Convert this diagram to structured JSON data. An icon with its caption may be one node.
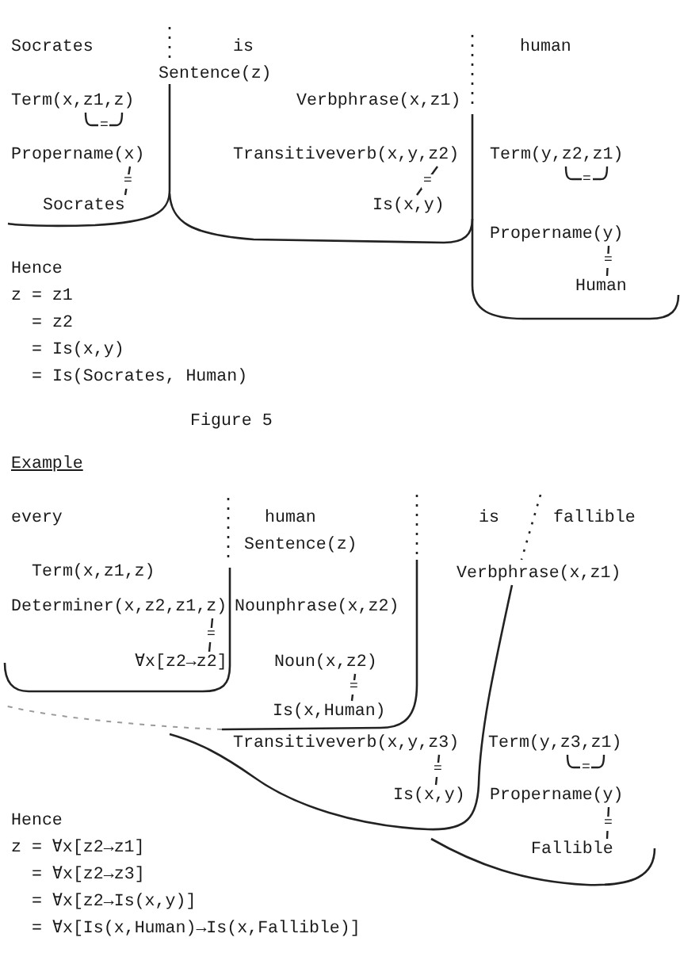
{
  "diagram": {
    "caption": "Figure 5",
    "nodes": [
      {
        "text": [
          "Propername(x)"
        ]
      },
      {
        "text": [
          "Transitiveverb(x,y,z2)"
        ]
      },
      {
        "text": [
          "Socrates"
        ]
      },
      {
        "text": [
          "Is(x,y)"
        ]
      },
      {
        "text": [
          "Propername(y)"
        ]
      },
      {
        "text": [
          "Human"
        ]
      },
      {
        "text": [
          "Determiner(x,z2,z1,z)"
        ]
      },
      {
        "text": [
          "∀x[z2→z2]"
        ]
      },
      {
        "text": [
          "Noun(x,z2)"
        ]
      },
      {
        "text": [
          "Is(x,Human)"
        ]
      },
      {
        "text": [
          "Transitiveverb(x,y,z3)"
        ]
      },
      {
        "text": [
          "Is(x,y)"
        ]
      },
      {
        "text": [
          "Propername(y)"
        ]
      },
      {
        "text": [
          "Fallible"
        ]
      }
    ],
    "edges": [
      {
        "from": 0,
        "to": 2,
        "arrow": "none",
        "label": "="
      },
      {
        "from": 1,
        "to": 3,
        "arrow": "none",
        "label": "="
      },
      {
        "from": 4,
        "to": 5,
        "arrow": "none",
        "label": "="
      },
      {
        "from": 6,
        "to": 7,
        "arrow": "none",
        "label": "="
      },
      {
        "from": 8,
        "to": 9,
        "arrow": "none",
        "label": "="
      },
      {
        "from": 10,
        "to": 11,
        "arrow": "none",
        "label": "="
      },
      {
        "from": 12,
        "to": 13,
        "arrow": "none",
        "label": "="
      }
    ],
    "labels": [
      "Socrates",
      "is",
      "human",
      "Sentence(z)",
      "Term(x,z1,z)",
      "=",
      "Verbphrase(x,z1)",
      "Term(y,z2,z1)",
      "=",
      "Hence",
      "z = z1",
      "= z2",
      "= Is(x,y)",
      "= Is(Socrates, Human)",
      "Example",
      "every",
      "human",
      "is",
      "fallible",
      "Sentence(z)",
      "Term(x,z1,z)",
      "Verbphrase(x,z1)",
      "Nounphrase(x,z2)",
      "Term(y,z3,z1)",
      "=",
      "Hence",
      "z = ∀x[z2→z1]",
      "= ∀x[z2→z3]",
      "= ∀x[z2→Is(x,y)]",
      "= ∀x[Is(x,Human)→Is(x,Fallible)]"
    ]
  }
}
